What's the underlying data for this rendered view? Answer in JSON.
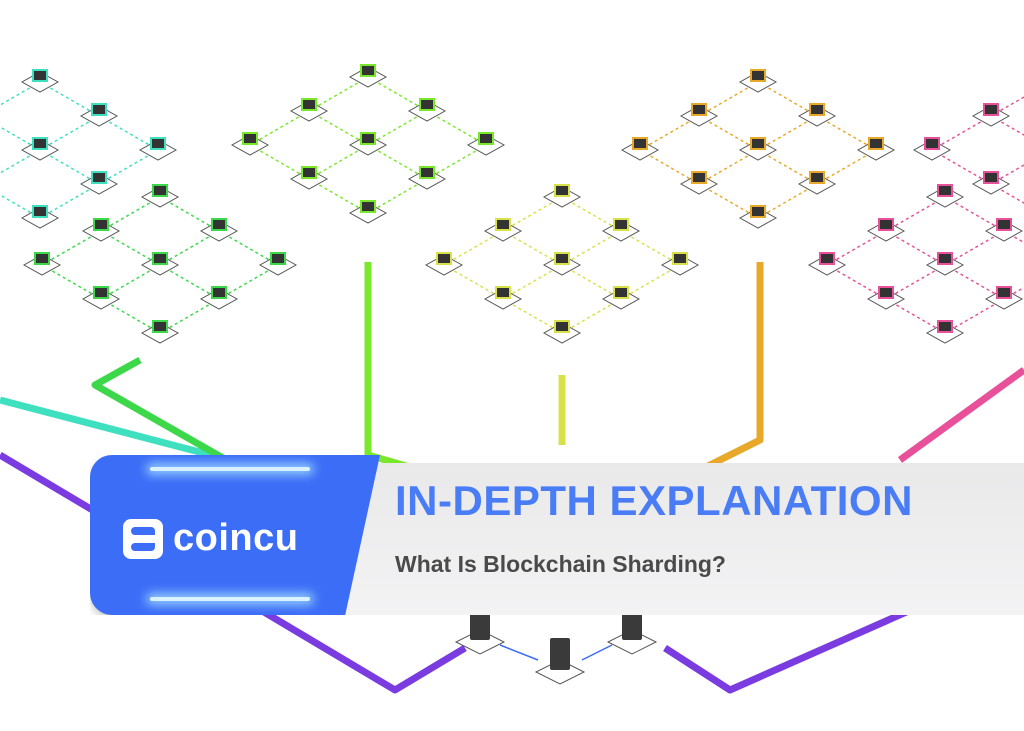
{
  "banner": {
    "brand": "coincu",
    "title": "IN-DEPTH EXPLANATION",
    "subtitle": "What Is Blockchain Sharding?"
  },
  "colors": {
    "brand_blue": "#3c6df7",
    "title_blue": "#4a7df5",
    "shards": [
      "#3fe0c0",
      "#3cd84a",
      "#7ae82a",
      "#d8e04a",
      "#e8a82a",
      "#e8509a",
      "#e8509a"
    ],
    "purple": "#7a3ce0"
  }
}
